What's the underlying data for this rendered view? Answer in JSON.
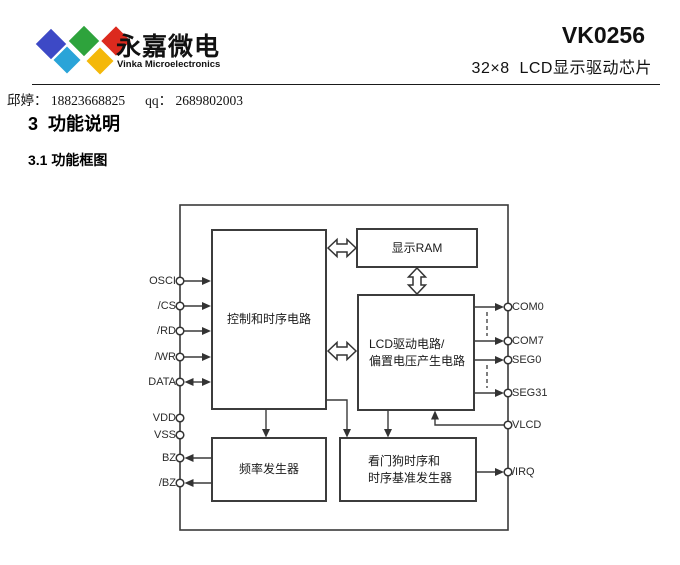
{
  "header": {
    "brand_cn": "永嘉微电",
    "brand_en": "Vinka Microelectronics",
    "part_number": "VK0256",
    "subtitle": "32×8  LCD显示驱动芯片",
    "contact_name_phone": "邱婷： 18823668825",
    "contact_qq": "qq： 2689802003",
    "logo_colors": {
      "blue": "#3D49C6",
      "cyan": "#2AA4D8",
      "green": "#2EA33C",
      "yellow": "#F4B80A",
      "red": "#DC2A1E"
    }
  },
  "sections": {
    "heading": "3  功能说明",
    "subheading": "3.1 功能框图"
  },
  "diagram": {
    "blocks": {
      "control": "控制和时序电路",
      "display_ram": "显示RAM",
      "lcd_driver_line1": "LCD驱动电路/",
      "lcd_driver_line2": "偏置电压产生电路",
      "freq_gen": "频率发生器",
      "watchdog_line1": "看门狗时序和",
      "watchdog_line2": "时序基准发生器"
    },
    "pins_left": [
      "OSCI",
      "/CS",
      "/RD",
      "/WR",
      "DATA",
      "VDD",
      "VSS",
      "BZ",
      "/BZ"
    ],
    "pins_right": [
      "COM0",
      "COM7",
      "SEG0",
      "SEG31",
      "VLCD",
      "/IRQ"
    ]
  }
}
